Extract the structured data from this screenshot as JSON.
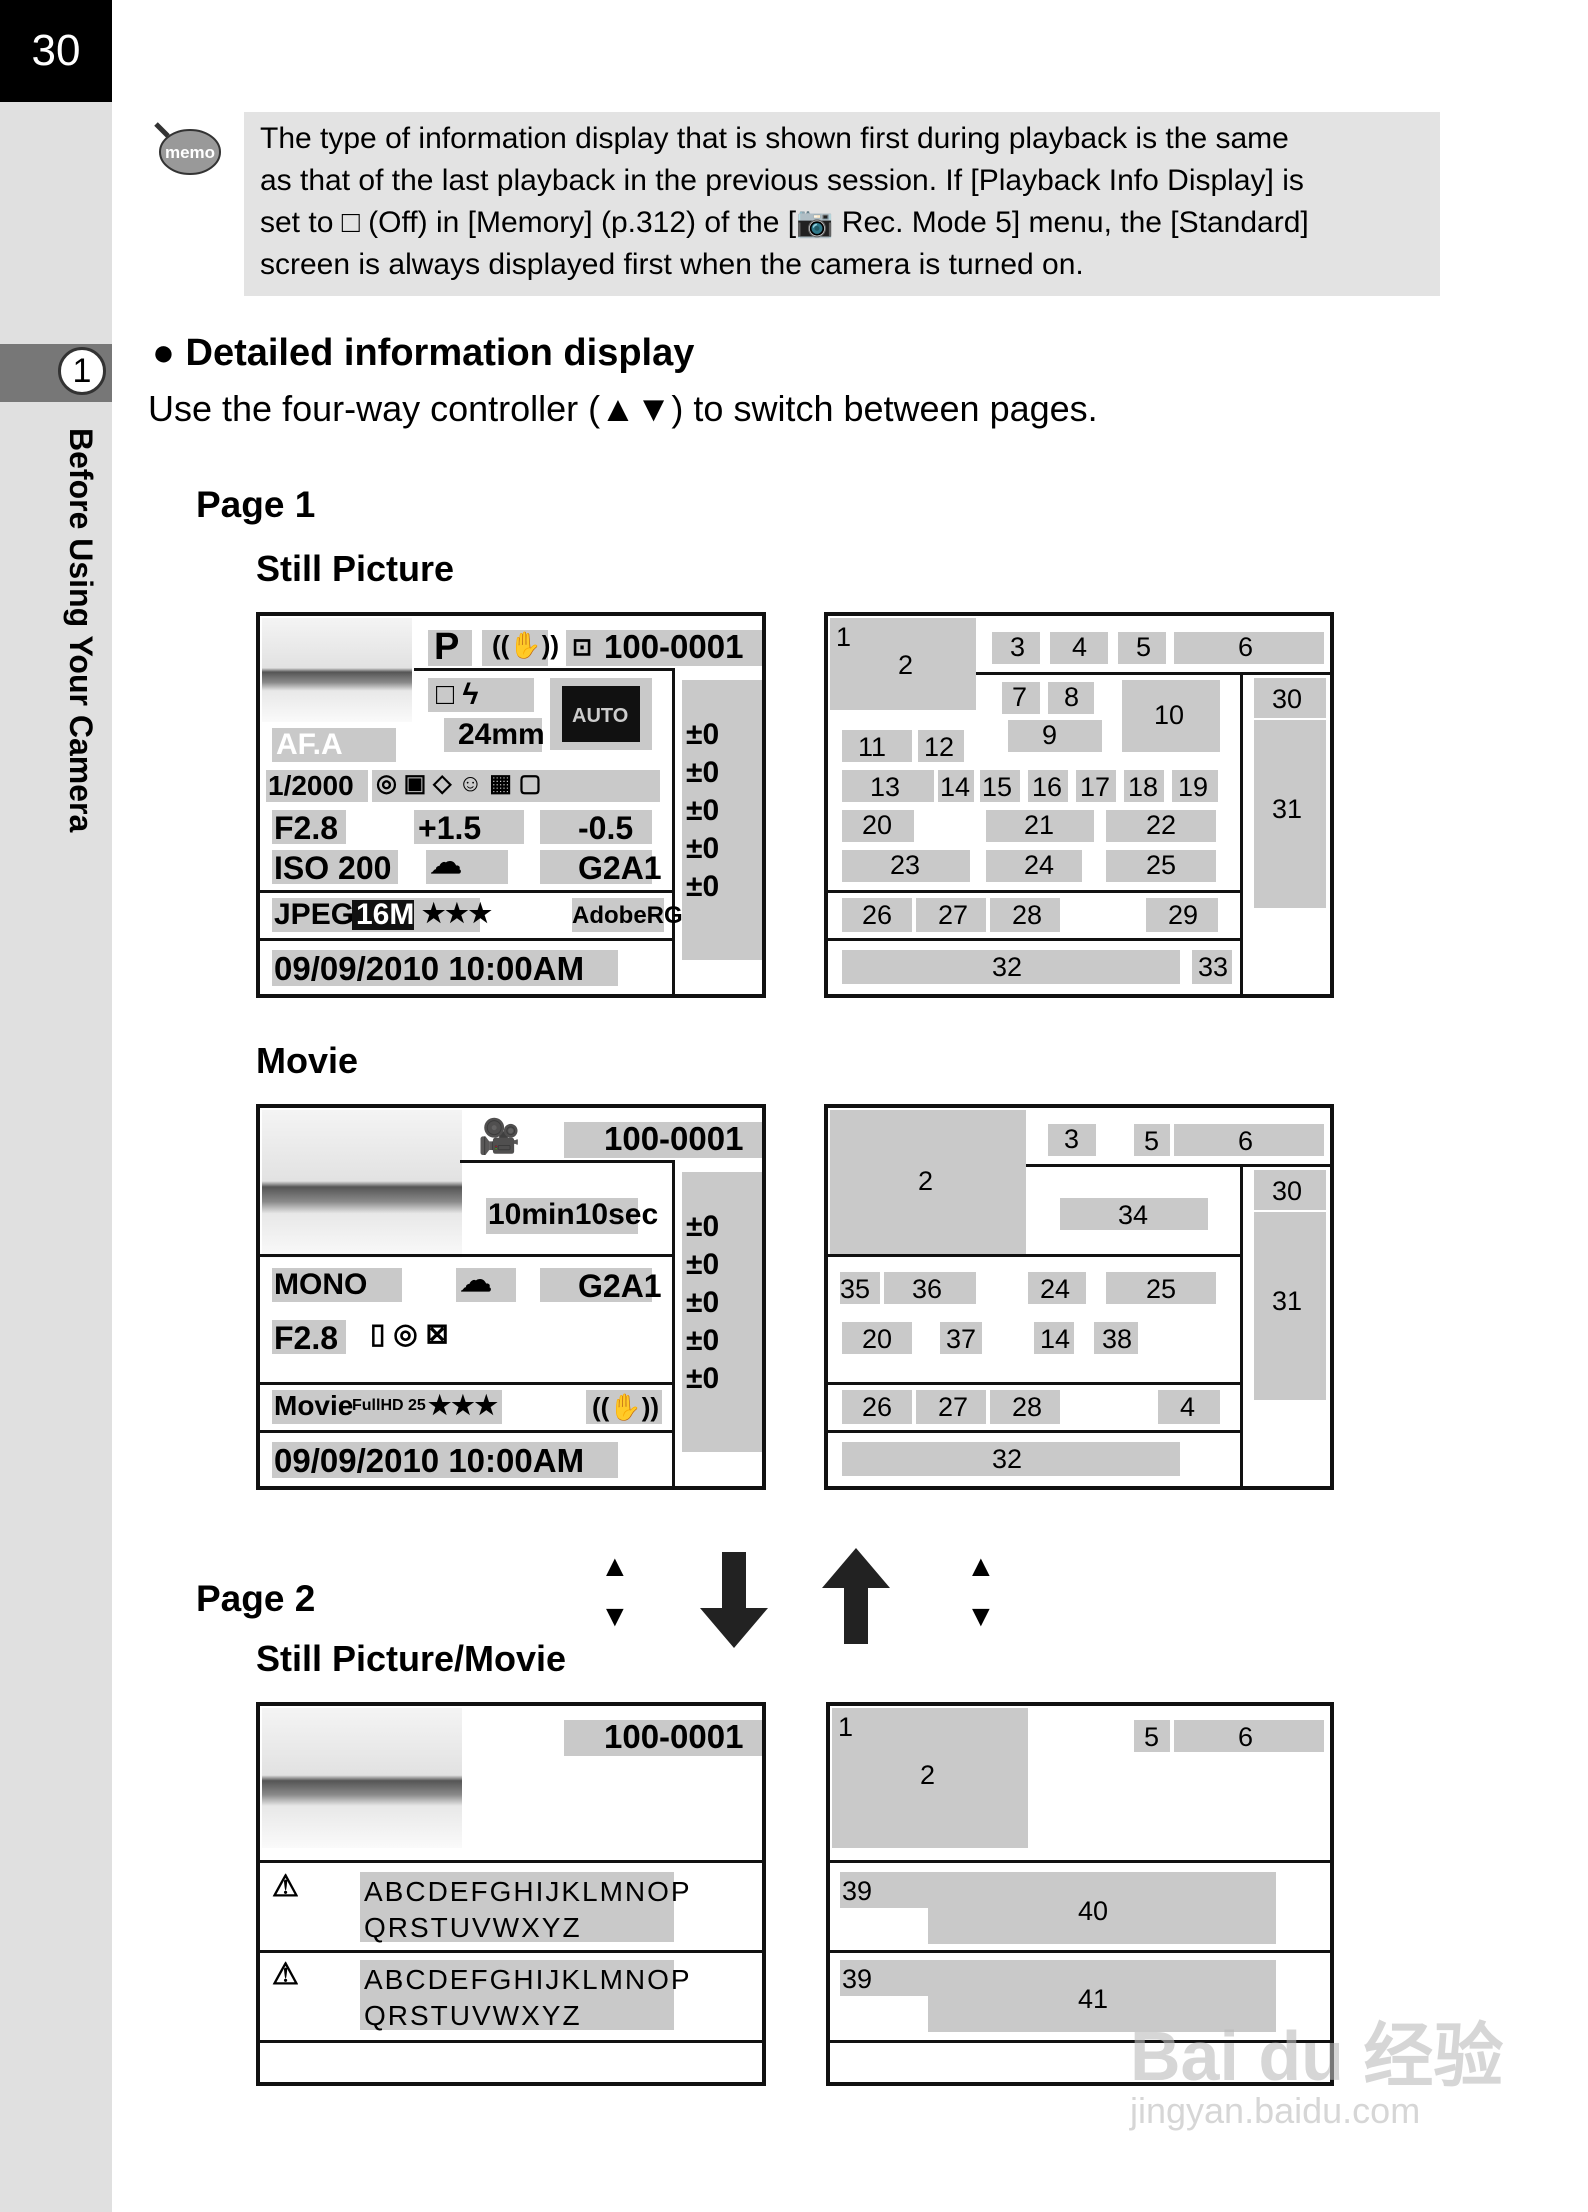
{
  "page_number": "30",
  "chapter": {
    "number": "1",
    "title": "Before Using Your Camera"
  },
  "memo": {
    "icon": "memo",
    "lines": [
      "The type of information display that is shown first during playback is the same",
      "as that of the last playback in the previous session. If [Playback Info Display] is",
      "set to □ (Off) in [Memory] (p.312) of the [📷 Rec. Mode 5] menu, the [Standard]",
      "screen is always displayed first when the camera is turned on."
    ]
  },
  "section_heading": "● Detailed information display",
  "intro": "Use the four-way controller (▲▼) to switch between pages.",
  "page1": {
    "label": "Page 1",
    "still_label": "Still Picture",
    "movie_label": "Movie"
  },
  "page2": {
    "label": "Page 2",
    "still_movie_label": "Still Picture/Movie"
  },
  "still": {
    "mode": "P",
    "file_no": "100-0001",
    "focal": "24mm",
    "auto": "AUTO",
    "af": "AF.A",
    "shutter": "1/2000",
    "aperture": "F2.8",
    "ev": "+1.5",
    "flash_ev": "-0.5",
    "iso": "ISO 200",
    "wb": "G2A1",
    "format": "JPEG",
    "size": "16M",
    "quality": "★★★",
    "color_space": "AdobeRGB",
    "datetime": "09/09/2010 10:00AM",
    "adj": [
      "±0",
      "±0",
      "±0",
      "±0",
      "±0"
    ]
  },
  "movie": {
    "file_no": "100-0001",
    "duration": "10min10sec",
    "audio": "MONO",
    "wb": "G2A1",
    "aperture": "F2.8",
    "format": "Movie",
    "size": "FullHD 25",
    "quality": "★★★",
    "datetime": "09/09/2010 10:00AM",
    "adj": [
      "±0",
      "±0",
      "±0",
      "±0",
      "±0"
    ]
  },
  "page2_screen": {
    "file_no": "100-0001",
    "text1": "ABCDEFGHIJKLMNOP",
    "text2": "QRSTUVWXYZ"
  },
  "diagram_still": [
    "1",
    "2",
    "3",
    "4",
    "5",
    "6",
    "7",
    "8",
    "9",
    "10",
    "11",
    "12",
    "13",
    "14",
    "15",
    "16",
    "17",
    "18",
    "19",
    "20",
    "21",
    "22",
    "23",
    "24",
    "25",
    "26",
    "27",
    "28",
    "29",
    "30",
    "31",
    "32",
    "33"
  ],
  "diagram_movie": [
    "2",
    "3",
    "5",
    "6",
    "30",
    "34",
    "31",
    "35",
    "36",
    "24",
    "25",
    "20",
    "37",
    "14",
    "38",
    "26",
    "27",
    "28",
    "4",
    "32"
  ],
  "diagram_page2": [
    "1",
    "2",
    "5",
    "6",
    "39",
    "40",
    "39",
    "41"
  ],
  "watermark": {
    "brand": "Bai du 经验",
    "url": "jingyan.baidu.com"
  }
}
